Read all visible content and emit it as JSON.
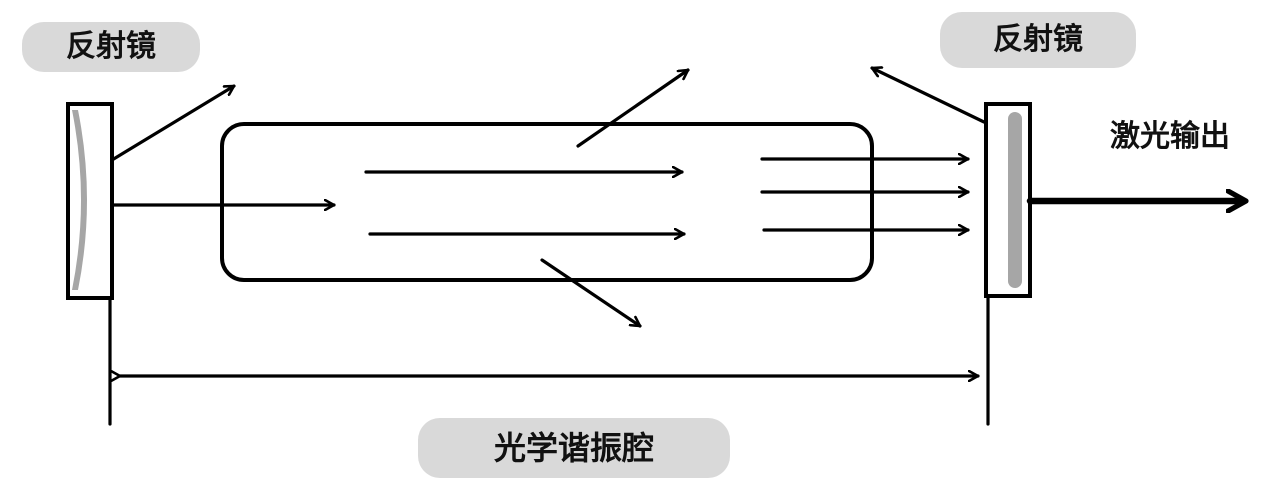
{
  "labels": {
    "left_mirror": "反射镜",
    "right_mirror": "反射镜",
    "laser_output": "激光输出",
    "cavity": "光学谐振腔"
  },
  "colors": {
    "stroke": "#000000",
    "label_background": "#d9d9d9",
    "mirror_fill": "#ffffff",
    "mirror_shade": "#a6a6a6"
  }
}
